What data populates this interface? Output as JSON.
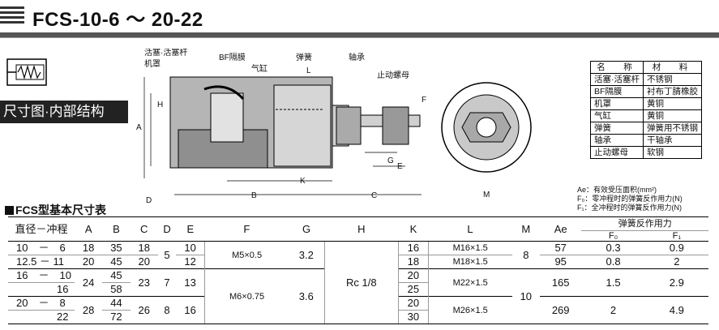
{
  "title": "FCS-10-6 ～ 20-22",
  "section_label": "尺寸图·内部结构",
  "drawing_labels": {
    "piston": "活塞·活塞杆",
    "cover": "机罩",
    "diaphragm": "BF隔膜",
    "cylinder": "气缸",
    "spring": "弹簧",
    "bearing": "轴承",
    "stop_nut": "止动螺母",
    "dim_L": "L",
    "dim_F": "F",
    "dim_H": "H",
    "dim_A": "A",
    "dim_E": "E",
    "dim_G": "G",
    "dim_K": "K",
    "dim_B": "B",
    "dim_C": "C",
    "dim_D": "D",
    "dim_M": "M"
  },
  "materials": {
    "headers": [
      "名　称",
      "材　料"
    ],
    "rows": [
      [
        "活塞·活塞杆",
        "不锈钢"
      ],
      [
        "BF隔膜",
        "衬布丁腈橡胶"
      ],
      [
        "机罩",
        "黄铜"
      ],
      [
        "气缸",
        "黄铜"
      ],
      [
        "弹簧",
        "弹簧用不锈钢"
      ],
      [
        "轴承",
        "干轴承"
      ],
      [
        "止动螺母",
        "软钢"
      ]
    ]
  },
  "notes": [
    "Ae：有效受压面积(mm²)",
    "F₀：零冲程时的弹簧反作用力(N)",
    "F₁：全冲程时的弹簧反作用力(N)"
  ],
  "table_title": "FCS型基本尺寸表",
  "dim_table": {
    "headers": [
      "直径－冲程",
      "A",
      "B",
      "C",
      "D",
      "E",
      "F",
      "G",
      "H",
      "K",
      "L",
      "M",
      "Ae"
    ],
    "spring_header": "弹簧反作用力",
    "spring_sub": [
      "F₀",
      "F₁"
    ],
    "strokes": [
      "10　－　6",
      "12.5 － 11",
      "16　－　10",
      "16",
      "20　－　8",
      "22"
    ],
    "A": [
      "18",
      "20",
      "24",
      "28"
    ],
    "B": [
      "35",
      "45",
      "45",
      "58",
      "44",
      "72"
    ],
    "C": [
      "18",
      "20",
      "23",
      "26"
    ],
    "D": [
      "5",
      "7",
      "8"
    ],
    "E": [
      "10",
      "12",
      "13",
      "16"
    ],
    "F": [
      "M5×0.5",
      "M6×0.75"
    ],
    "G": [
      "3.2",
      "3.6"
    ],
    "H": "Rc 1/8",
    "K": [
      "16",
      "18",
      "20",
      "25",
      "20",
      "30"
    ],
    "L": [
      "M16×1.5",
      "M18×1.5",
      "M22×1.5",
      "M26×1.5"
    ],
    "M": [
      "8",
      "10"
    ],
    "Ae": [
      "57",
      "95",
      "165",
      "269"
    ],
    "F0": [
      "0.3",
      "0.8",
      "1.5",
      "2"
    ],
    "F1": [
      "0.9",
      "2",
      "2.9",
      "4.9"
    ]
  }
}
